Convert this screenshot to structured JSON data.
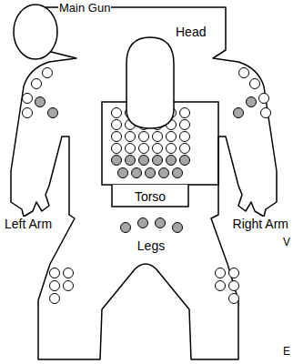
{
  "diagram": {
    "nodes": [
      {
        "text": [
          "Main Gun"
        ]
      },
      {
        "text": [
          "Head"
        ]
      },
      {
        "text": [
          "Torso"
        ]
      }
    ],
    "labels": [
      "Left Arm",
      "Right Arm",
      "Legs",
      "V",
      "E"
    ]
  }
}
